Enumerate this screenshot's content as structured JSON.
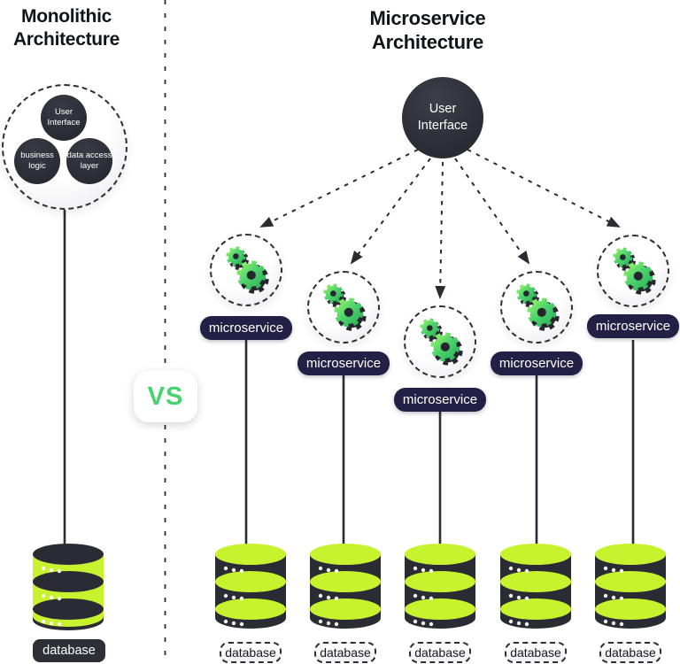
{
  "monolithic": {
    "title": "Monolithic Architecture",
    "components": [
      {
        "label": "User Interface"
      },
      {
        "label": "business logic"
      },
      {
        "label": "data access layer"
      }
    ],
    "database_label": "database"
  },
  "vs_label": "VS",
  "microservice": {
    "title": "Microservice Architecture",
    "user_interface_label": "User Interface",
    "services": [
      {
        "label": "microservice",
        "database_label": "database"
      },
      {
        "label": "microservice",
        "database_label": "database"
      },
      {
        "label": "microservice",
        "database_label": "database"
      },
      {
        "label": "microservice",
        "database_label": "database"
      },
      {
        "label": "microservice",
        "database_label": "database"
      }
    ]
  },
  "colors": {
    "dark_charcoal": "#2e2e37",
    "navy_pill": "#242045",
    "gear_green": "#4fd46c",
    "database_green": "#c7f22e",
    "vs_green": "#45d36d",
    "title_text": "#12141c"
  }
}
